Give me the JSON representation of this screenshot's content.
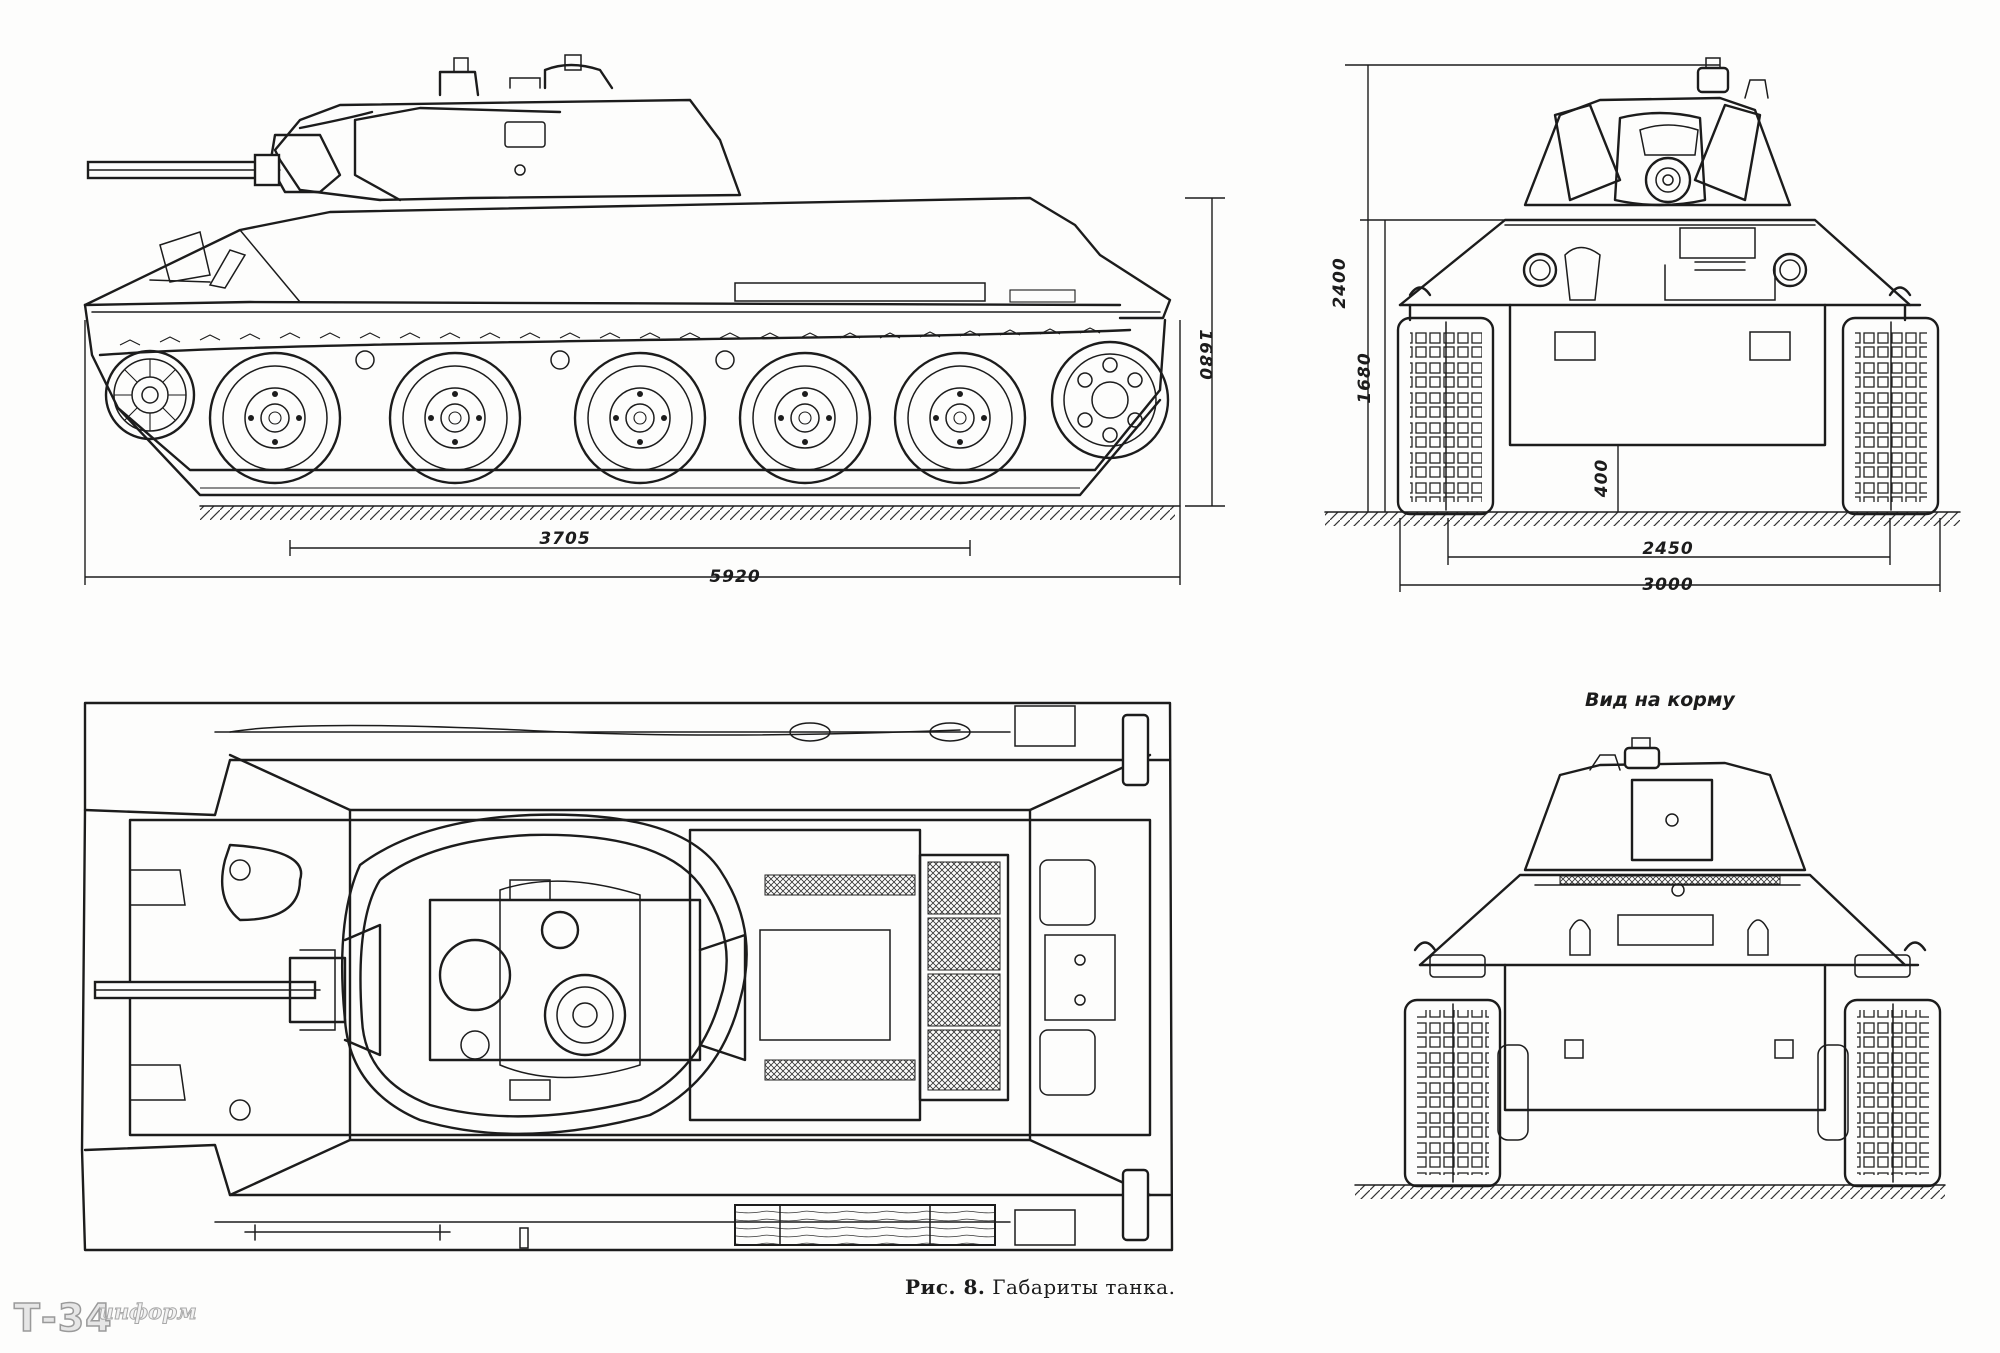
{
  "figure": {
    "caption_number": "Рис. 8.",
    "caption_text": "Габариты танка.",
    "rear_view_label": "Вид на корму"
  },
  "watermark": {
    "main": "Т-34",
    "sub": "информ"
  },
  "dimensions": {
    "side_view": {
      "wheelbase": "3705",
      "overall_length": "5920",
      "height": "1680"
    },
    "front_view": {
      "overall_height": "2400",
      "hull_height": "1680",
      "ground_clearance": "400",
      "track_gauge": "2450",
      "overall_width": "3000"
    }
  },
  "views": [
    "side-view",
    "front-view",
    "top-view",
    "rear-view"
  ]
}
